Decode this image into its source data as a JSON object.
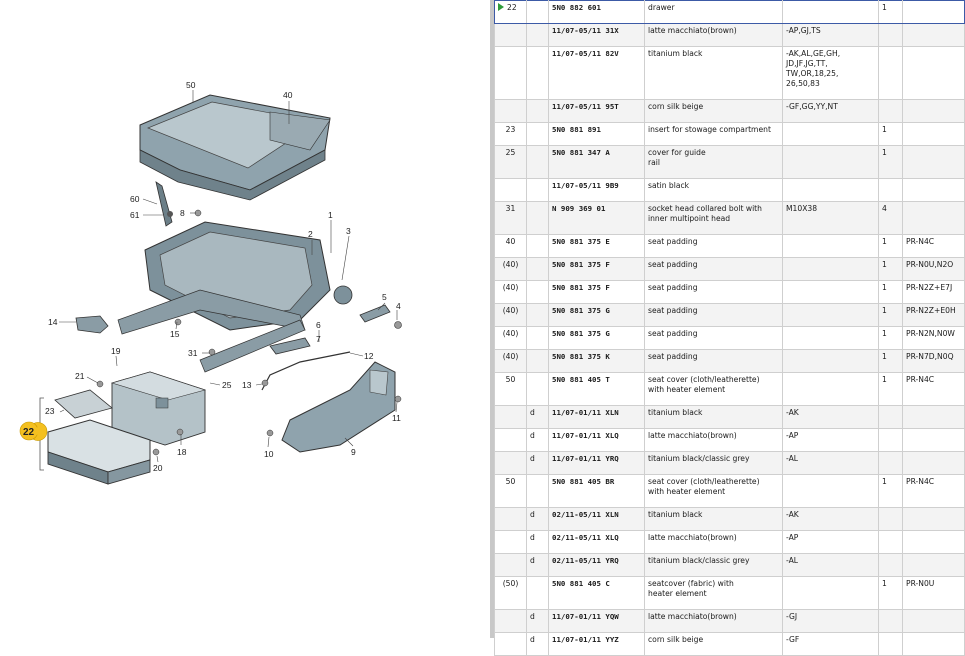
{
  "diagram": {
    "callouts": [
      "50",
      "40",
      "60",
      "61",
      "8",
      "1",
      "2",
      "3",
      "5",
      "4",
      "14",
      "15",
      "6",
      "7",
      "19",
      "31",
      "12",
      "21",
      "25",
      "13",
      "23",
      "22",
      "18",
      "20",
      "10",
      "11",
      "9"
    ],
    "highlight_color": "#f4c020"
  },
  "parts": [
    {
      "pos": "22",
      "d": "",
      "part": "5N0 882 601",
      "desc": "drawer",
      "notes": "",
      "qty": "1",
      "pr": "",
      "selected": true
    },
    {
      "pos": "",
      "d": "",
      "part": "11/07-05/11 31X",
      "desc": "latte macchiato(brown)",
      "notes": "-AP,GJ,TS",
      "qty": "",
      "pr": ""
    },
    {
      "pos": "",
      "d": "",
      "part": "11/07-05/11 82V",
      "desc": "titanium black",
      "notes": "-AK,AL,GE,GH,\nJD,JF,JG,TT,\nTW,OR,18,25,\n26,50,83",
      "qty": "",
      "pr": ""
    },
    {
      "pos": "",
      "d": "",
      "part": "11/07-05/11 95T",
      "desc": "corn silk beige",
      "notes": "-GF,GG,YY,NT",
      "qty": "",
      "pr": ""
    },
    {
      "pos": "23",
      "d": "",
      "part": "5N0 881 891",
      "desc": "insert for stowage compartment",
      "notes": "",
      "qty": "1",
      "pr": ""
    },
    {
      "pos": "25",
      "d": "",
      "part": "5N0 881 347 A",
      "desc": "cover for guide\nrail",
      "notes": "",
      "qty": "1",
      "pr": ""
    },
    {
      "pos": "",
      "d": "",
      "part": "11/07-05/11 9B9",
      "desc": "satin black",
      "notes": "",
      "qty": "",
      "pr": ""
    },
    {
      "pos": "31",
      "d": "",
      "part": "N   909 369 01",
      "desc": "socket head collared bolt with\ninner multipoint head",
      "notes": "M10X38",
      "qty": "4",
      "pr": ""
    },
    {
      "pos": "40",
      "d": "",
      "part": "5N0 881 375 E",
      "desc": "seat padding",
      "notes": "",
      "qty": "1",
      "pr": "PR-N4C"
    },
    {
      "pos": "(40)",
      "d": "",
      "part": "5N0 881 375 F",
      "desc": "seat padding",
      "notes": "",
      "qty": "1",
      "pr": "PR-N0U,N2O"
    },
    {
      "pos": "(40)",
      "d": "",
      "part": "5N0 881 375 F",
      "desc": "seat padding",
      "notes": "",
      "qty": "1",
      "pr": "PR-N2Z+E7J"
    },
    {
      "pos": "(40)",
      "d": "",
      "part": "5N0 881 375 G",
      "desc": "seat padding",
      "notes": "",
      "qty": "1",
      "pr": "PR-N2Z+E0H"
    },
    {
      "pos": "(40)",
      "d": "",
      "part": "5N0 881 375 G",
      "desc": "seat padding",
      "notes": "",
      "qty": "1",
      "pr": "PR-N2N,N0W"
    },
    {
      "pos": "(40)",
      "d": "",
      "part": "5N0 881 375 K",
      "desc": "seat padding",
      "notes": "",
      "qty": "1",
      "pr": "PR-N7D,N0Q"
    },
    {
      "pos": "50",
      "d": "",
      "part": "5N0 881 405 T",
      "desc": "seat cover (cloth/leatherette)\nwith heater element",
      "notes": "",
      "qty": "1",
      "pr": "PR-N4C"
    },
    {
      "pos": "",
      "d": "d",
      "part": "11/07-01/11 XLN",
      "desc": "titanium black",
      "notes": "-AK",
      "qty": "",
      "pr": ""
    },
    {
      "pos": "",
      "d": "d",
      "part": "11/07-01/11 XLQ",
      "desc": "latte macchiato(brown)",
      "notes": "-AP",
      "qty": "",
      "pr": ""
    },
    {
      "pos": "",
      "d": "d",
      "part": "11/07-01/11 YRQ",
      "desc": "titanium black/classic grey",
      "notes": "-AL",
      "qty": "",
      "pr": ""
    },
    {
      "pos": "50",
      "d": "",
      "part": "5N0 881 405 BR",
      "desc": "seat cover (cloth/leatherette)\nwith heater element",
      "notes": "",
      "qty": "1",
      "pr": "PR-N4C"
    },
    {
      "pos": "",
      "d": "d",
      "part": "02/11-05/11 XLN",
      "desc": "titanium black",
      "notes": "-AK",
      "qty": "",
      "pr": ""
    },
    {
      "pos": "",
      "d": "d",
      "part": "02/11-05/11 XLQ",
      "desc": "latte macchiato(brown)",
      "notes": "-AP",
      "qty": "",
      "pr": ""
    },
    {
      "pos": "",
      "d": "d",
      "part": "02/11-05/11 YRQ",
      "desc": "titanium black/classic grey",
      "notes": "-AL",
      "qty": "",
      "pr": ""
    },
    {
      "pos": "(50)",
      "d": "",
      "part": "5N0 881 405 C",
      "desc": "seatcover (fabric) with\nheater element",
      "notes": "",
      "qty": "1",
      "pr": "PR-N0U"
    },
    {
      "pos": "",
      "d": "d",
      "part": "11/07-01/11 YQW",
      "desc": "latte macchiato(brown)",
      "notes": "-GJ",
      "qty": "",
      "pr": ""
    },
    {
      "pos": "",
      "d": "d",
      "part": "11/07-01/11 YYZ",
      "desc": "corn silk beige",
      "notes": "-GF",
      "qty": "",
      "pr": ""
    }
  ]
}
